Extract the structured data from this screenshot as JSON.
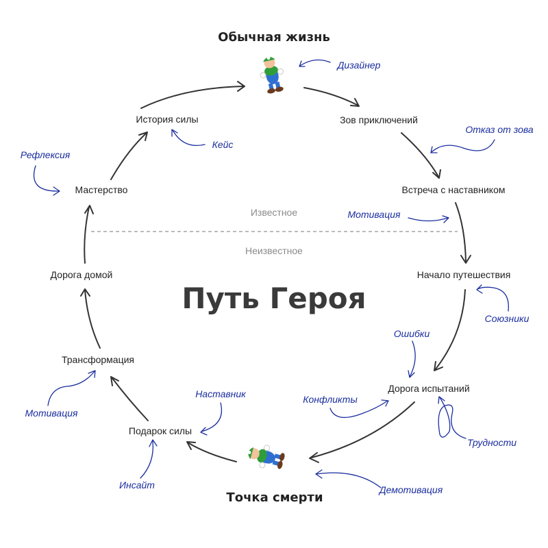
{
  "title": "Путь Героя",
  "regions": {
    "known": "Известное",
    "unknown": "Неизвестное"
  },
  "stages": {
    "ordinary_life": "Обычная жизнь",
    "call": "Зов приключений",
    "mentor": "Встреча с наставником",
    "journey_start": "Начало путешествия",
    "trials": "Дорога испытаний",
    "death": "Точка смерти",
    "gift": "Подарок силы",
    "transformation": "Трансформация",
    "road_home": "Дорога домой",
    "mastery": "Мастерство",
    "story": "История силы"
  },
  "notes": {
    "designer": "Дизайнер",
    "refusal": "Отказ от зова",
    "motivation_right": "Мотивация",
    "allies": "Союзники",
    "mistakes": "Ошибки",
    "conflicts": "Конфликты",
    "difficulties": "Трудности",
    "demotivation": "Демотивация",
    "mentor_note": "Наставник",
    "insight": "Инсайт",
    "motivation_left": "Мотивация",
    "reflection": "Рефлексия",
    "case": "Кейс"
  },
  "colors": {
    "annotation": "#1a2d9e",
    "text": "#222222",
    "title": "#3a3a3a"
  },
  "icons": {
    "top": "hero-standing-icon",
    "bottom": "hero-fallen-icon"
  }
}
